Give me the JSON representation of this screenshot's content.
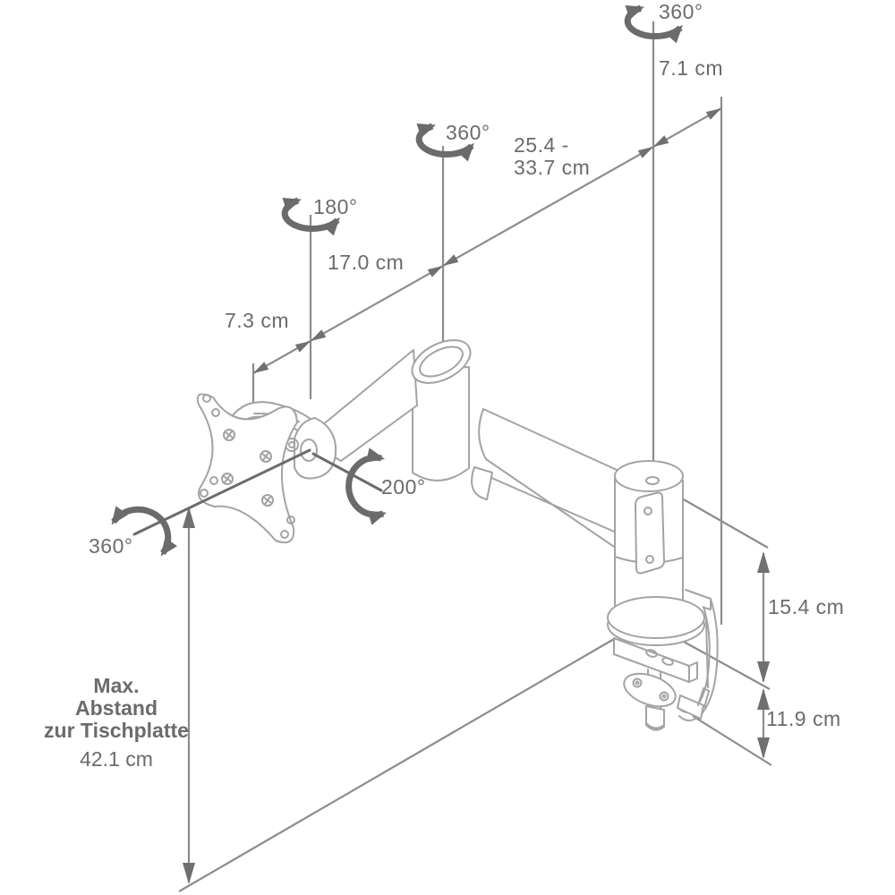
{
  "diagram": {
    "annotations": {
      "swivel_top": "360°",
      "top_offset": "7.1 cm",
      "reach_min": "25.4 -",
      "reach_max": "33.7 cm",
      "swivel_mid": "360°",
      "swivel_head": "180°",
      "arm_segment_length": "17.0 cm",
      "head_depth": "7.3 cm",
      "tilt_range": "200°",
      "rotate_vesa": "360°",
      "column_height": "15.4 cm",
      "clamp_range": "11.9 cm",
      "max_distance_line1": "Max.",
      "max_distance_line2": "Abstand",
      "max_distance_line3": "zur Tischplatte",
      "max_distance_value": "42.1 cm"
    },
    "colors": {
      "background": "#ffffff",
      "drawing_line": "#a3a3a3",
      "dimension_line": "#8c8c8c",
      "annotation": "#6b6b6b"
    }
  }
}
